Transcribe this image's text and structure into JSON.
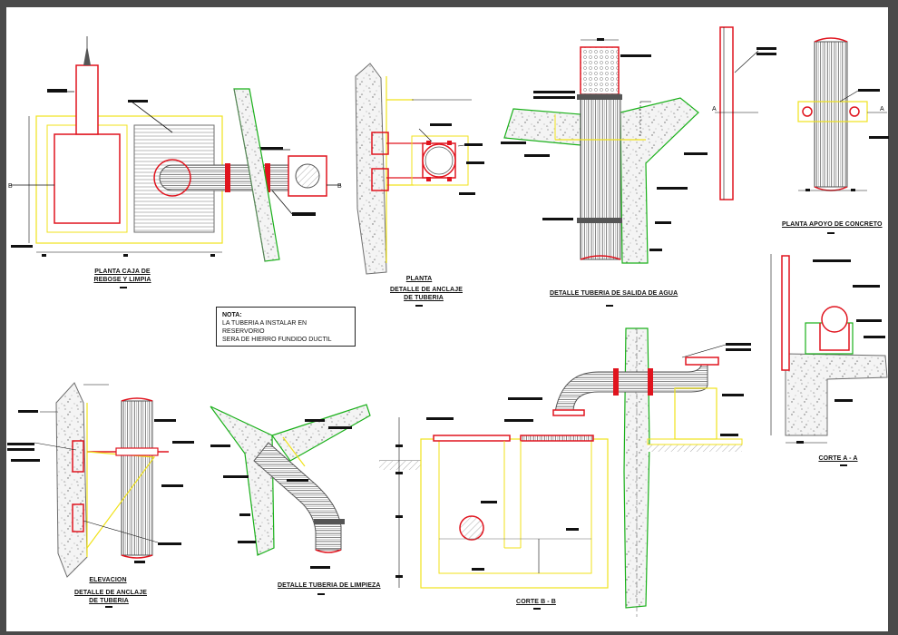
{
  "titles": {
    "planta_caja_line1": "PLANTA CAJA DE",
    "planta_caja_line2": "REBOSE Y LIMPIA",
    "planta": "PLANTA",
    "anclaje_line1": "DETALLE DE ANCLAJE",
    "anclaje_line2": "DE TUBERIA",
    "salida": "DETALLE TUBERIA DE SALIDA DE AGUA",
    "apoyo": "PLANTA APOYO DE CONCRETO",
    "corte_aa": "CORTE A - A",
    "elevacion": "ELEVACION",
    "anclaje2_line1": "DETALLE DE ANCLAJE",
    "anclaje2_line2": "DE TUBERIA",
    "limpieza": "DETALLE TUBERIA DE LIMPIEZA",
    "corte_bb": "CORTE B - B"
  },
  "note": {
    "title": "NOTA:",
    "line1": "LA TUBERIA A INSTALAR EN RESERVORIO",
    "line2": "SERA DE HIERRO FUNDIDO DUCTIL"
  },
  "markers": {
    "b_left": "B",
    "b_right": "B",
    "a_left": "A",
    "a_right": "A"
  },
  "colors": {
    "red": "#e0141e",
    "yellow": "#f0e21a",
    "green": "#19b019",
    "gray": "#6e6e6e",
    "background": "#4a4a4a",
    "paper": "#ffffff"
  }
}
